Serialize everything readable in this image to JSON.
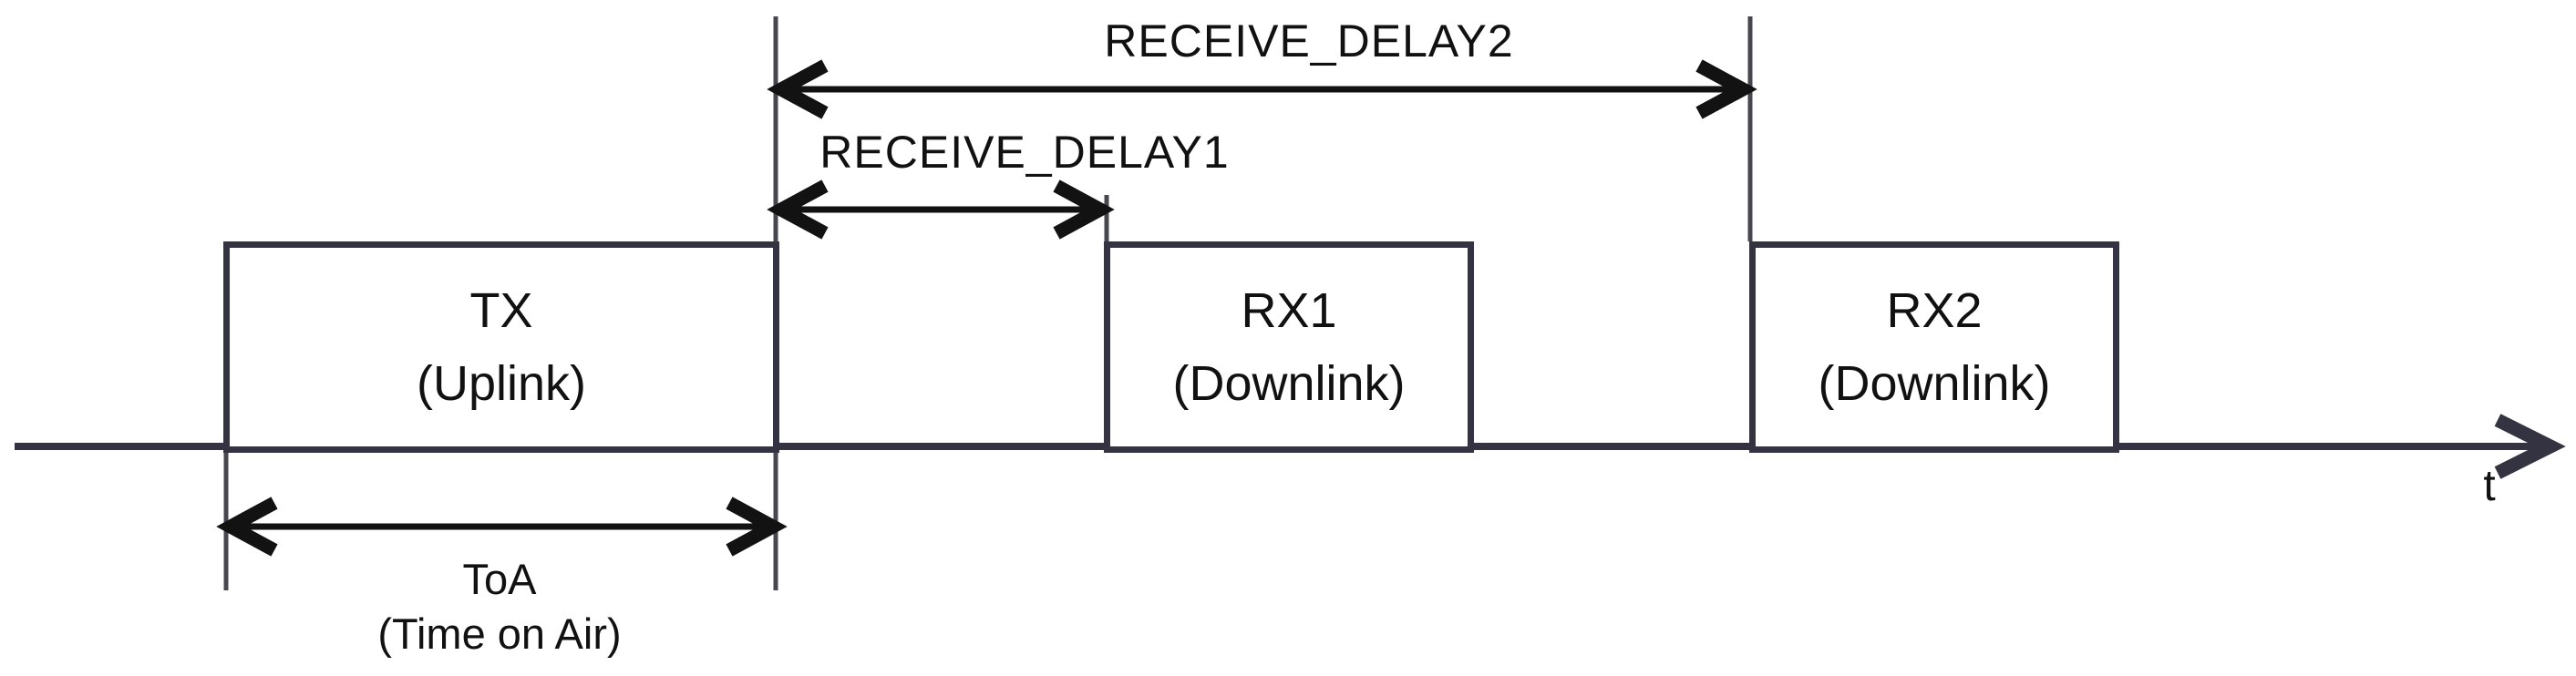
{
  "diagram_type": "lorawan-receive-window-timing-diagram",
  "boxes": {
    "tx": {
      "title": "TX",
      "subtitle": "(Uplink)"
    },
    "rx1": {
      "title": "RX1",
      "subtitle": "(Downlink)"
    },
    "rx2": {
      "title": "RX2",
      "subtitle": "(Downlink)"
    }
  },
  "measurements": {
    "receive_delay1": {
      "label": "RECEIVE_DELAY1"
    },
    "receive_delay2": {
      "label": "RECEIVE_DELAY2"
    },
    "toa": {
      "label": "ToA",
      "sublabel": "(Time on Air)"
    }
  },
  "axis": {
    "label": "t"
  },
  "colors": {
    "box_outline": "#333342",
    "axis_line": "#333342",
    "guide_line": "#47474f",
    "arrow": "#121212",
    "text": "#111111",
    "background": "#ffffff"
  }
}
